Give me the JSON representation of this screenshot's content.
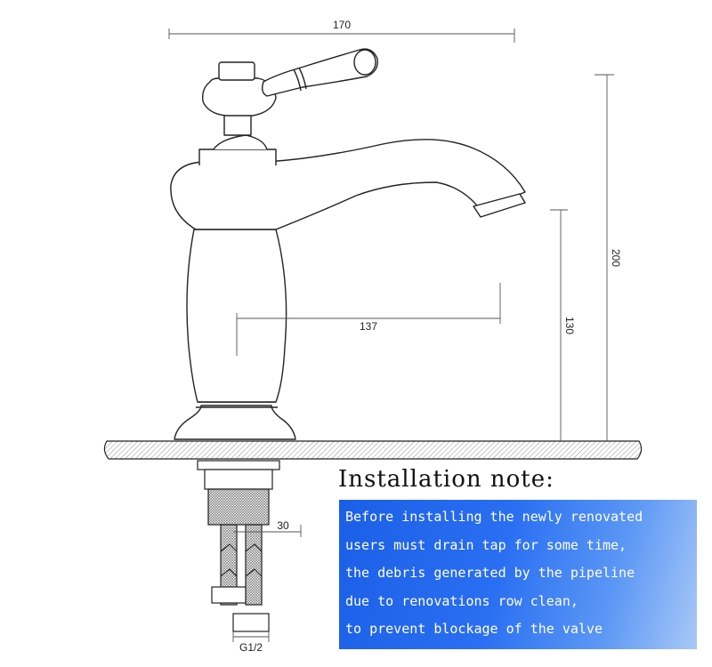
{
  "dimensions": {
    "width_label": "170",
    "spout_reach_label": "137",
    "total_height_label": "200",
    "spout_height_label": "130",
    "thread_offset_label": "30",
    "thread_size_label": "G1/2"
  },
  "installation_note": {
    "title": "Installation note:",
    "lines": [
      "Before installing the newly renovated",
      "users must drain tap for some time,",
      "the debris generated by the pipeline",
      "due to renovations row clean,",
      "to prevent blockage of the valve"
    ]
  },
  "colors": {
    "note_gradient_start": "#1a5fe6",
    "note_gradient_end": "#a9c8f7",
    "line": "#222222",
    "dimension_line": "#555555"
  }
}
